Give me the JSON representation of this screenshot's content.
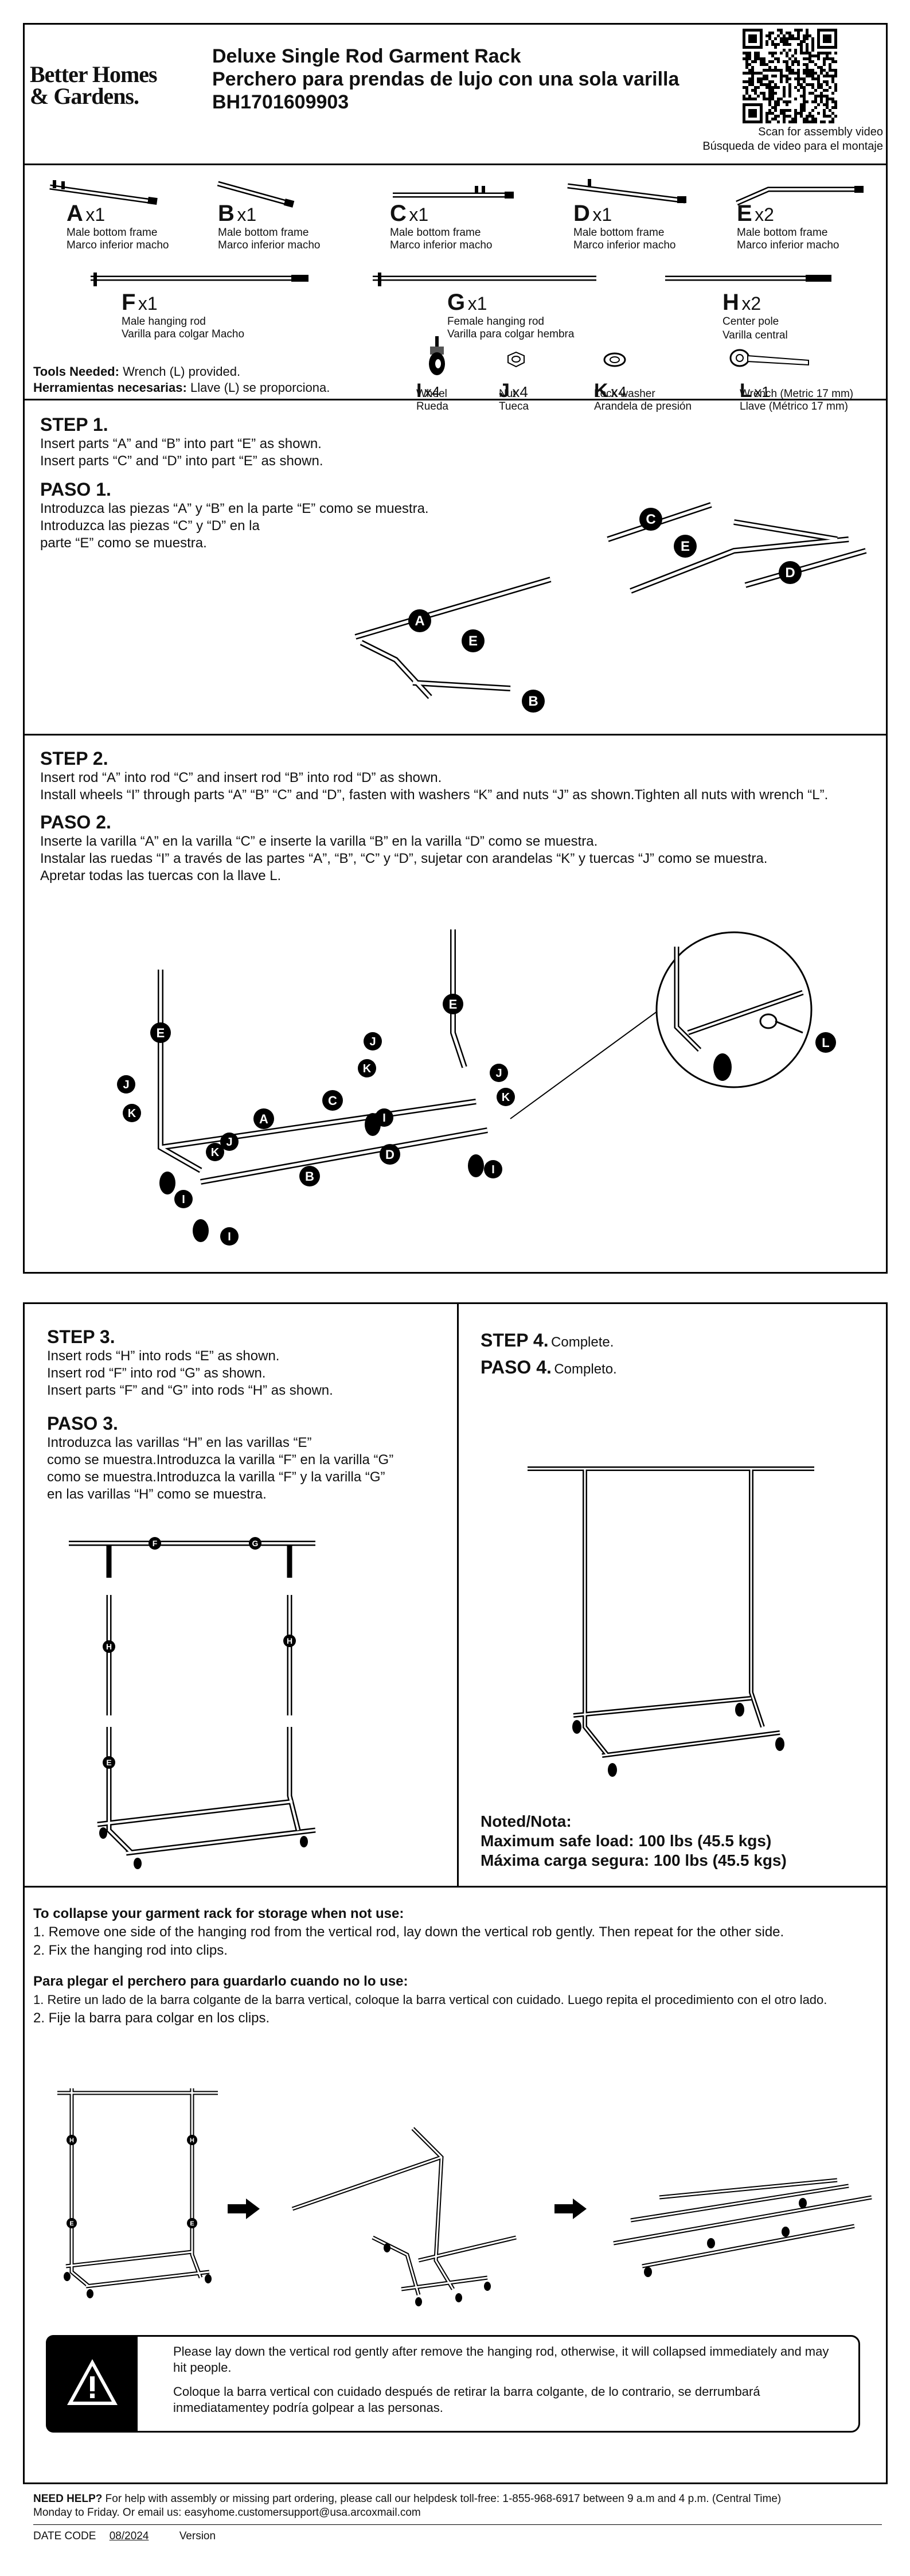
{
  "header": {
    "brand_line1": "Better Homes",
    "brand_line2": "& Gardens.",
    "title_en": "Deluxe Single Rod Garment Rack",
    "title_es": "Perchero para prendas de lujo con una sola varilla",
    "model": "BH1701609903",
    "qr_caption_en": "Scan for assembly video",
    "qr_caption_es": "Búsqueda de video para el montaje"
  },
  "parts": [
    {
      "letter": "A",
      "qty": "x1",
      "en": "Male bottom frame",
      "es": "Marco inferior macho"
    },
    {
      "letter": "B",
      "qty": "x1",
      "en": "Male bottom frame",
      "es": "Marco inferior macho"
    },
    {
      "letter": "C",
      "qty": "x1",
      "en": "Male bottom frame",
      "es": "Marco inferior macho"
    },
    {
      "letter": "D",
      "qty": "x1",
      "en": "Male bottom frame",
      "es": "Marco inferior macho"
    },
    {
      "letter": "E",
      "qty": "x2",
      "en": "Male bottom frame",
      "es": "Marco inferior macho"
    },
    {
      "letter": "F",
      "qty": "x1",
      "en": "Male hanging rod",
      "es": "Varilla para colgar Macho"
    },
    {
      "letter": "G",
      "qty": "x1",
      "en": "Female hanging rod",
      "es": "Varilla para colgar hembra"
    },
    {
      "letter": "H",
      "qty": "x2",
      "en": "Center pole",
      "es": "Varilla central"
    },
    {
      "letter": "I",
      "qty": "x4",
      "en": "Wheel",
      "es": "Rueda"
    },
    {
      "letter": "J",
      "qty": "x4",
      "en": "Nut",
      "es": "Tueca"
    },
    {
      "letter": "K",
      "qty": "x4",
      "en": "Lock washer",
      "es": "Arandela de presión"
    },
    {
      "letter": "L",
      "qty": "x1",
      "en": "Wrench (Metric 17 mm)",
      "es": "Llave (Métrico 17 mm)"
    }
  ],
  "tools": {
    "en_label": "Tools Needed:",
    "en_text": "Wrench (L) provided.",
    "es_label": "Herramientas necesarias:",
    "es_text": "Llave (L) se proporciona."
  },
  "step1": {
    "title_en": "STEP 1.",
    "line1_en": "Insert parts “A” and  “B” into part “E” as shown.",
    "line2_en": "Insert parts “C” and “D” into part “E” as shown.",
    "title_es": "PASO 1.",
    "line1_es": "Introduzca las piezas “A” y “B” en la parte “E” como se muestra.",
    "line2_es": "Introduzca las piezas “C” y “D” en la",
    "line3_es": "parte “E” como se muestra."
  },
  "step2": {
    "title_en": "STEP 2.",
    "line1_en": "Insert rod “A” into rod “C” and insert rod “B” into rod “D” as shown.",
    "line2_en": "Install wheels “I” through parts “A” “B” “C” and “D”, fasten with washers “K” and nuts “J” as shown.Tighten all nuts with wrench “L”.",
    "title_es": "PASO 2.",
    "line1_es": "Inserte la varilla “A” en la varilla “C” e inserte la varilla “B” en la varilla “D” como se muestra.",
    "line2_es": "Instalar las ruedas “I” a través de las partes “A”, “B”, “C” y “D”, sujetar con arandelas “K” y tuercas “J” como se muestra.",
    "line3_es": "Apretar todas las tuercas con la llave L."
  },
  "step3": {
    "title_en": "STEP 3.",
    "line1_en": "Insert rods “H” into rods “E” as shown.",
    "line2_en": "Insert rod “F” into rod “G” as shown.",
    "line3_en": "Insert parts “F” and “G” into rods “H” as shown.",
    "title_es": "PASO 3.",
    "line1_es": "Introduzca las varillas “H” en las varillas “E”",
    "line2_es": "como se muestra.Introduzca la varilla “F” en la varilla “G”",
    "line3_es": "como se muestra.Introduzca la varilla “F” y la varilla “G”",
    "line4_es": "en las varillas “H” como se muestra."
  },
  "step4": {
    "title_en": "STEP  4.",
    "text_en": "Complete.",
    "title_es": "PASO 4.",
    "text_es": "Completo.",
    "note_title": "Noted/Nota:",
    "load_en": "Maximum safe load: 100 lbs (45.5 kgs)",
    "load_es": "Máxima carga segura: 100 lbs (45.5 kgs)"
  },
  "collapse": {
    "title_en": "To collapse your garment rack for storage when not use:",
    "line1_en": "1. Remove one side of the hanging rod from the vertical rod, lay down the vertical rob gently. Then repeat for the other side.",
    "line2_en": "2. Fix the hanging rod into clips.",
    "title_es": "Para plegar el perchero para guardarlo cuando no lo use:",
    "line1_es": "1. Retire un lado de la barra colgante de la barra vertical, coloque la barra vertical con cuidado. Luego repita el procedimiento con el otro lado.",
    "line2_es": "2. Fije la barra para colgar en los clips."
  },
  "warning": {
    "en": "Please lay down the vertical rod gently after remove the hanging rod, otherwise, it will collapsed immediately and may hit people.",
    "es": "Coloque la barra vertical con cuidado después de retirar la barra colgante, de lo contrario, se derrumbará inmediatamentey podría golpear a las personas."
  },
  "footer": {
    "help_label": "NEED HELP?",
    "help_line1": "For help with assembly or missing part ordering, please call  our helpdesk toll-free: 1-855-968-6917 between 9 a.m and 4 p.m. (Central Time)",
    "help_line2": "Monday to Friday. Or email us: easyhome.customersupport@usa.arcoxmail.com",
    "date_label": "DATE CODE",
    "date_value": "08/2024",
    "version_label": "Version"
  }
}
